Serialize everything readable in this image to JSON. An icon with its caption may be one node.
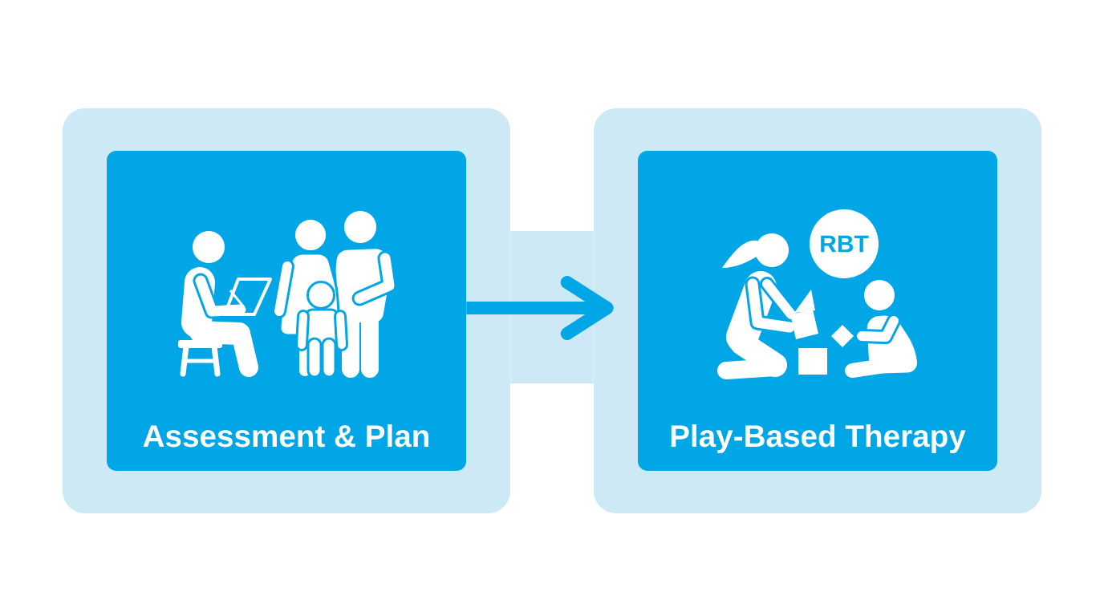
{
  "diagram": {
    "nodes": [
      {
        "text": [],
        "shape": "box"
      },
      {
        "text": [
          "Assessment & Plan"
        ],
        "in": 0
      },
      {
        "text": [],
        "shape": "box"
      },
      {
        "text": [
          "Play-Based Therapy"
        ],
        "in": 2
      },
      {
        "text": [
          "RBT"
        ],
        "in": 3
      }
    ],
    "edges": [
      {
        "from": 0,
        "to": 2,
        "arrow": "none",
        "style": "thick",
        "color": "#cce9f5"
      },
      {
        "from": 1,
        "to": 2,
        "arrow": "to",
        "color": "#00a6e6"
      }
    ]
  }
}
